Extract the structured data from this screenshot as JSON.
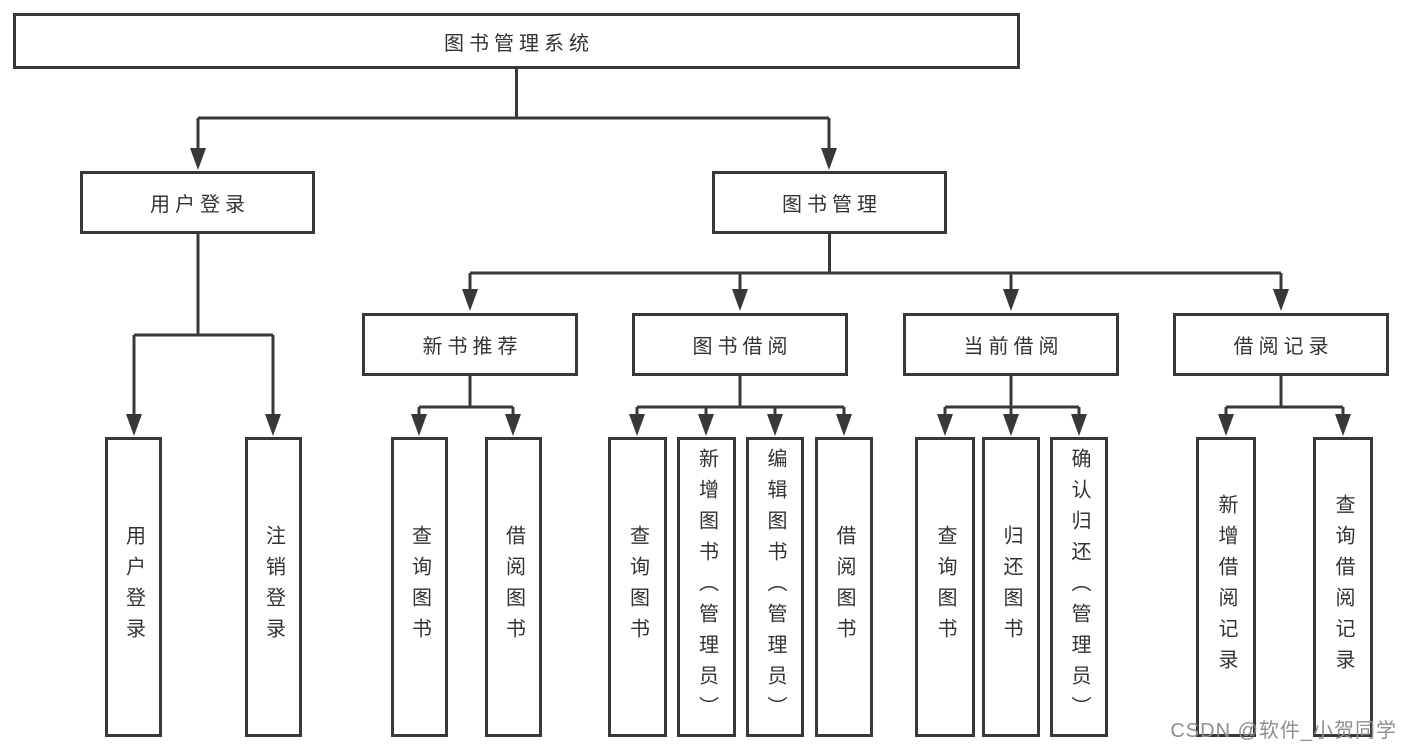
{
  "diagram": {
    "root": {
      "label": "图书管理系统"
    },
    "level2": [
      {
        "label": "用户登录"
      },
      {
        "label": "图书管理"
      }
    ],
    "level3": [
      {
        "label": "新书推荐"
      },
      {
        "label": "图书借阅"
      },
      {
        "label": "当前借阅"
      },
      {
        "label": "借阅记录"
      }
    ],
    "leaves": {
      "login": [
        "用户登录",
        "注销登录"
      ],
      "recommend": [
        "查询图书",
        "借阅图书"
      ],
      "borrow": [
        "查询图书",
        "新增图书（管理员）",
        "编辑图书（管理员）",
        "借阅图书"
      ],
      "current": [
        "查询图书",
        "归还图书",
        "确认归还（管理员）"
      ],
      "records": [
        "新增借阅记录",
        "查询借阅记录"
      ]
    }
  },
  "watermark": {
    "text": "CSDN @软件_小贺同学"
  },
  "colors": {
    "line": "#383838",
    "text": "#333333",
    "watermark": "#8f8f8f",
    "background": "#ffffff"
  }
}
